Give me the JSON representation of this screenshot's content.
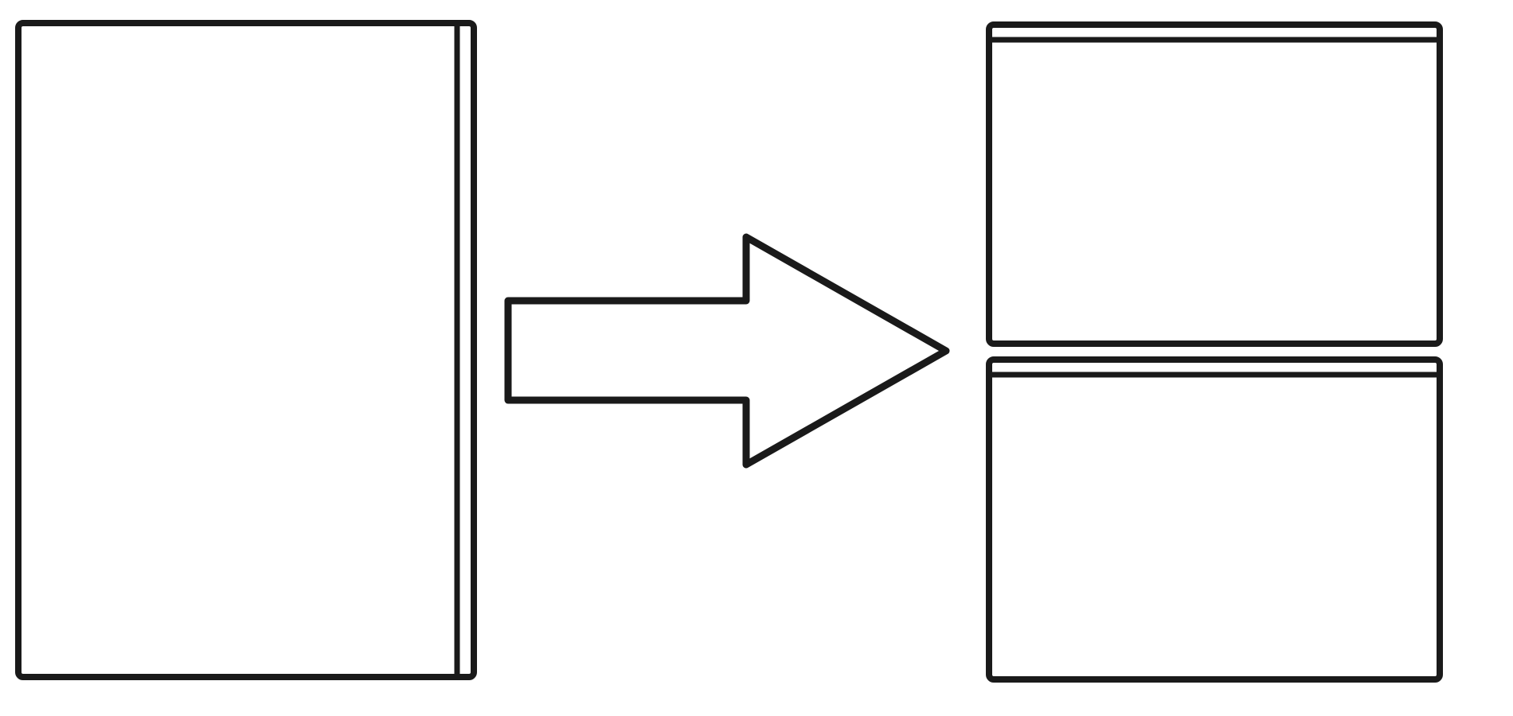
{
  "diagram": {
    "description_kind": "split-transformation",
    "colors": {
      "background": "#ffffff",
      "stroke": "#1a1a1a"
    },
    "source_panel": {
      "shape": "portrait-rectangle",
      "bound_edge": "right",
      "pieces": 1
    },
    "arrow": {
      "direction": "right",
      "style": "outline-block-arrow"
    },
    "result_panels": {
      "shape": "landscape-rectangle",
      "bound_edge": "top",
      "pieces": 2,
      "arrangement": "stacked-vertical"
    }
  }
}
